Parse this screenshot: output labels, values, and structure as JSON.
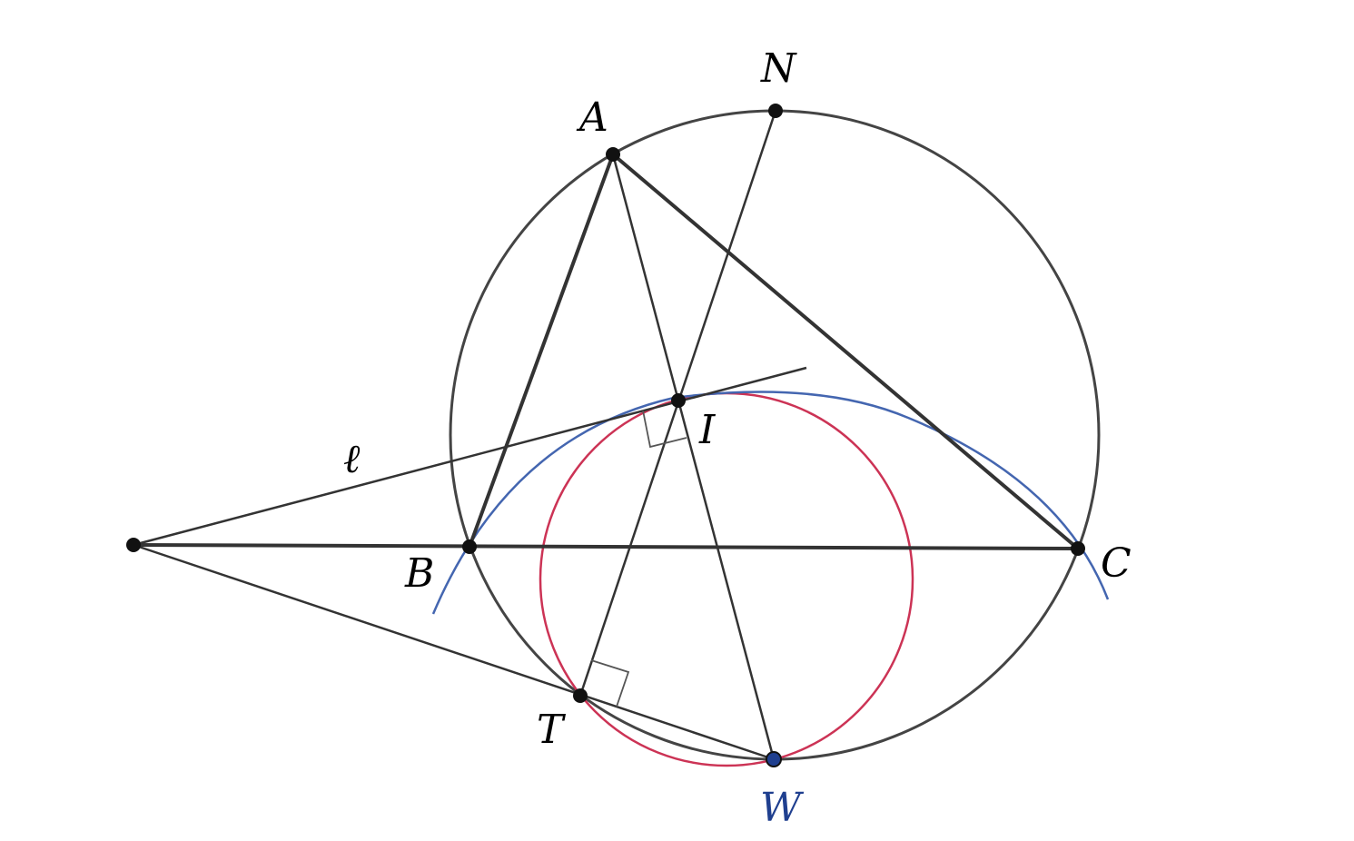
{
  "labels": {
    "A": "A",
    "N": "N",
    "I": "I",
    "B": "B",
    "C": "C",
    "T": "T",
    "W": "W",
    "ell": "ℓ"
  },
  "colors": {
    "ink": "#000000",
    "line": "#333333",
    "circumcircle": "#444444",
    "blue_arc": "#4466b0",
    "red_circle": "#cc3355",
    "w_point_fill": "#1f3f8f",
    "w_label": "#1f3f8f",
    "right_angle_mark": "#555555"
  }
}
